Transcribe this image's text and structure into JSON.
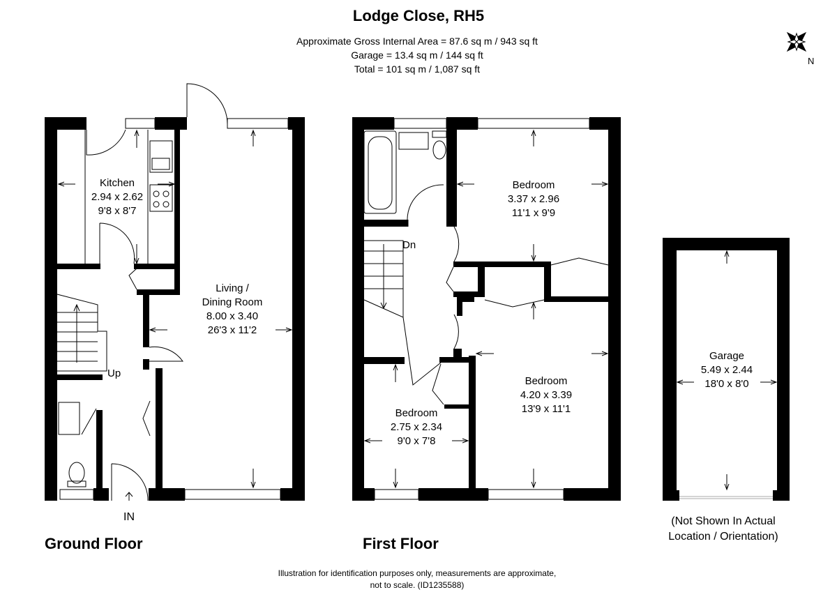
{
  "header": {
    "title": "Lodge Close, RH5",
    "gross_area": "Approximate Gross Internal Area = 87.6 sq m / 943 sq ft",
    "garage_area": "Garage = 13.4 sq m / 144 sq ft",
    "total_area": "Total = 101 sq m / 1,087 sq ft"
  },
  "compass": {
    "label": "N"
  },
  "ground_floor": {
    "label": "Ground Floor",
    "entrance": "IN",
    "stairs": "Up",
    "kitchen": {
      "name": "Kitchen",
      "metric": "2.94 x 2.62",
      "imperial": "9'8 x 8'7"
    },
    "living": {
      "name1": "Living /",
      "name2": "Dining Room",
      "metric": "8.00 x 3.40",
      "imperial": "26'3 x 11'2"
    }
  },
  "first_floor": {
    "label": "First Floor",
    "stairs": "Dn",
    "bedroom1": {
      "name": "Bedroom",
      "metric": "3.37 x 2.96",
      "imperial": "11'1 x 9'9"
    },
    "bedroom2": {
      "name": "Bedroom",
      "metric": "4.20 x 3.39",
      "imperial": "13'9 x 11'1"
    },
    "bedroom3": {
      "name": "Bedroom",
      "metric": "2.75 x 2.34",
      "imperial": "9'0 x 7'8"
    }
  },
  "garage": {
    "name": "Garage",
    "metric": "5.49 x 2.44",
    "imperial": "18'0 x 8'0",
    "note1": "(Not Shown In Actual",
    "note2": "Location / Orientation)"
  },
  "footer": {
    "line1": "Illustration for identification purposes only, measurements are approximate,",
    "line2": "not to scale.  (ID1235588)"
  }
}
